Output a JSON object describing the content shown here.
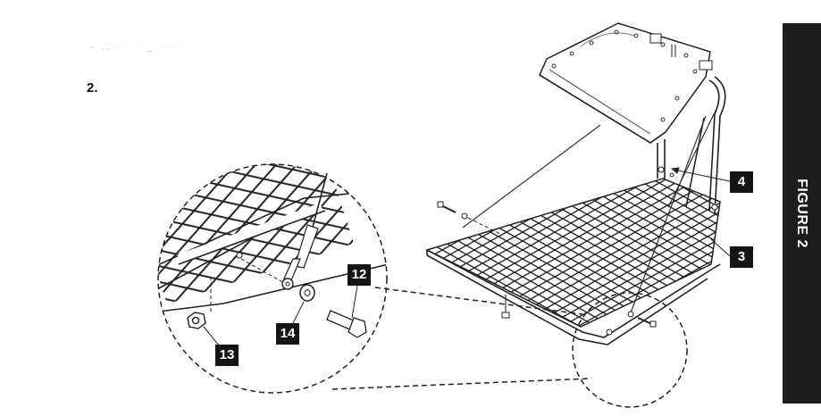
{
  "step": {
    "number": "2."
  },
  "faded_text": "~  ..  ·  ·  ·     _ ·  ·  ·",
  "figure_tab": {
    "label": "FIGURE 2"
  },
  "callouts": {
    "bolt": "12",
    "washer": "14",
    "nut": "13",
    "platform_bracket": "4",
    "cable": "3"
  }
}
